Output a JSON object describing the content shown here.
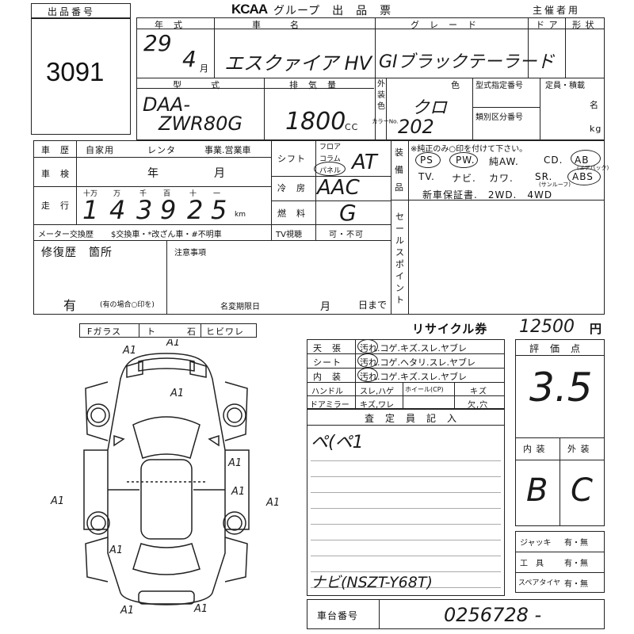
{
  "header": {
    "logo": "KCAA",
    "title": "グループ　出　品　票",
    "organizer_label": "主催者用"
  },
  "lot": {
    "label": "出品番号",
    "number": "3091"
  },
  "top_labels": {
    "year": "年　式",
    "car_name": "車　　　名",
    "grade": "グ　レ　ー　ド",
    "door": "ド ア",
    "shape": "形 状",
    "model": "型　　　式",
    "displacement": "排　気　量",
    "type_no": "型式指定番号",
    "capacity": "定員・積載",
    "category_no": "類別区分番号",
    "color": "色",
    "ext_color_label": "外装色",
    "color_no_label": "カラーNo.",
    "month_unit": "月",
    "cc_unit": "CC",
    "person_unit": "名",
    "kg_unit": "kg"
  },
  "vehicle": {
    "year_value": "29",
    "month_value": "4",
    "car_name_value": "エスクァイア HV",
    "grade_value": "GIブラックテーラード",
    "model_prefix": "DAA-",
    "model_value": "ZWR80G",
    "displacement_value": "1800",
    "color_value": "クロ",
    "color_code": "202"
  },
  "history": {
    "row1_label": "車　歴",
    "private": "自家用",
    "rental": "レンタ",
    "business": "事業.営業車",
    "inspection_label": "車　検",
    "year_unit": "年",
    "month_unit": "月",
    "mileage_label": "走　行",
    "digit_labels": [
      "十万",
      "万",
      "千",
      "百",
      "十",
      "一"
    ],
    "mileage_digits": [
      "1",
      "4",
      "3",
      "9",
      "2",
      "5"
    ],
    "km_unit": "km",
    "meter_label": "メーター交換歴",
    "meter_note": "$交換車・*改ざん車・#不明車",
    "tv_label": "TV視聴",
    "tv_options": "可・不可"
  },
  "shift": {
    "shift_label": "シフト",
    "floor": "フロア",
    "column": "コラム",
    "panel": "パネル",
    "shift_value": "AT",
    "ac_label": "冷　房",
    "ac_value": "AAC",
    "fuel_label": "燃　料",
    "fuel_value": "G"
  },
  "equipment": {
    "label": "装備品",
    "note": "※純正のみ○印を付けて下さい。",
    "row1": [
      "PS",
      "PW.",
      "純AW.",
      "CD.",
      "AB"
    ],
    "row2": [
      "TV.",
      "ナビ.",
      "カワ.",
      "SR.",
      "ABS"
    ],
    "row2_notes": [
      "(サンルーフ)"
    ],
    "row3": "新車保証書.　2WD.　4WD",
    "ab_note": "(エアバック)"
  },
  "sales_point": {
    "label": "セールスポイント"
  },
  "repair": {
    "label": "修復歴　箇所",
    "value": "有",
    "note": "(有の場合○印を)",
    "caution_label": "注意事項",
    "deadline_label": "名変期限日",
    "deadline_month": "月",
    "deadline_day": "日まで"
  },
  "glass": {
    "label": "Fガラス",
    "options": [
      "ト",
      "石",
      "ヒビワレ"
    ]
  },
  "recycle": {
    "label": "リサイクル券",
    "value": "12500",
    "unit": "円"
  },
  "interior": {
    "rows": [
      {
        "label": "天　張",
        "options": "汚れ.コゲ.キズ.スレ.ヤブレ"
      },
      {
        "label": "シート",
        "options": "汚れ.コゲ.ヘタリ.スレ.ヤブレ"
      },
      {
        "label": "内　装",
        "options": "汚れ.コゲ.キズ.スレ.ヤブレ"
      }
    ],
    "handle_label": "ハンドル",
    "handle_options": "スレ,ハゲ",
    "wheel_label": "ホイール(CP)",
    "wheel_options": "キズ",
    "mirror_label": "ドアミラー",
    "mirror_options": "キズ,ワレ",
    "mirror_options2": "欠,穴"
  },
  "inspector": {
    "label": "査　定　員　記　入",
    "note1": "ペ(ペ1",
    "note2": "ナビ(NSZT-Y68T)"
  },
  "evaluation": {
    "label": "評　価　点",
    "score": "3.5",
    "int_label": "内 装",
    "ext_label": "外 装",
    "int_grade": "B",
    "ext_grade": "C"
  },
  "tools": [
    {
      "label": "ジャッキ",
      "value": "有・無"
    },
    {
      "label": "工　具",
      "value": "有・無"
    },
    {
      "label": "スペアタイヤ",
      "value": "有・無"
    }
  ],
  "chassis": {
    "label": "車台番号",
    "value": "0256728 -"
  },
  "car_marks": [
    "A1",
    "A1",
    "A1",
    "A1",
    "A1",
    "A1",
    "A1",
    "A1",
    "A1",
    "A1"
  ]
}
